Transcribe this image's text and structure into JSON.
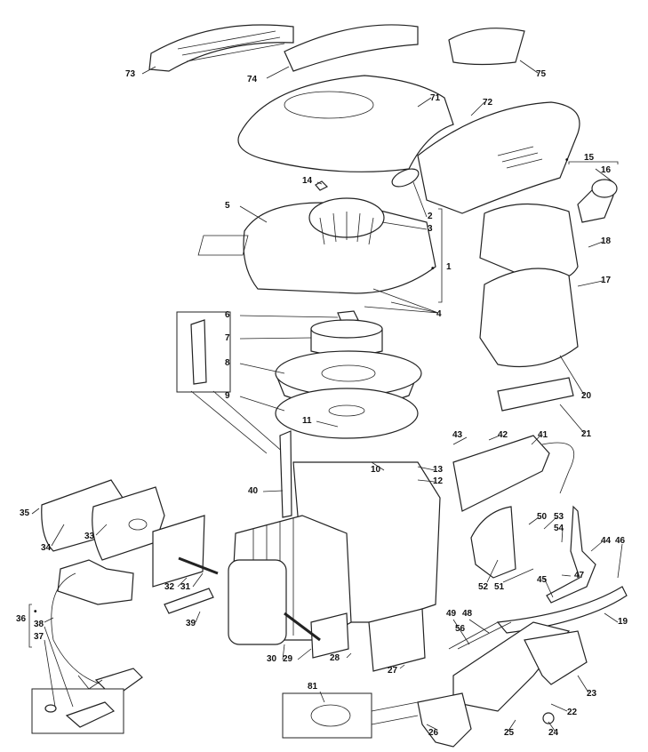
{
  "diagram": {
    "type": "exploded parts diagram",
    "callouts": [
      "73",
      "74",
      "75",
      "71",
      "72",
      "15",
      "16",
      "14",
      "5",
      "2",
      "3",
      "18",
      "1",
      "17",
      "4",
      "6",
      "7",
      "8",
      "9",
      "20",
      "21",
      "11",
      "43",
      "42",
      "41",
      "10",
      "13",
      "12",
      "40",
      "35",
      "34",
      "33",
      "50",
      "53",
      "54",
      "44",
      "46",
      "32",
      "31",
      "47",
      "52",
      "51",
      "45",
      "39",
      "49",
      "48",
      "36",
      "38",
      "37",
      "19",
      "56",
      "30",
      "29",
      "28",
      "27",
      "23",
      "81",
      "22",
      "26",
      "25",
      "24"
    ],
    "kit_marker": "•"
  }
}
